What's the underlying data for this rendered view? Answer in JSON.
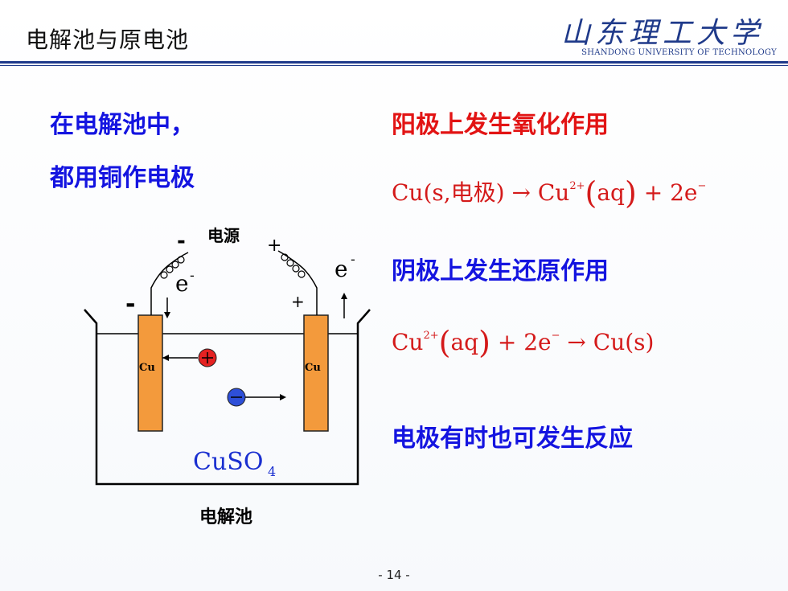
{
  "header": {
    "title": "电解池与原电池",
    "logo_zh": "山东理工大学",
    "logo_en": "SHANDONG UNIVERSITY OF TECHNOLOGY"
  },
  "left_text": [
    "在电解池中，",
    "都用铜作电极"
  ],
  "right": {
    "anode_title": "阳极上发生氧化作用",
    "anode_eq": {
      "lhs": "Cu(s,电极)",
      "arrow": "→",
      "cu": "Cu",
      "charge": "2+",
      "aq": "aq",
      "plus": "+",
      "electrons": "2e",
      "minus": "−"
    },
    "cathode_title": "阴极上发生还原作用",
    "cathode_eq": {
      "cu": "Cu",
      "charge": "2+",
      "aq": "aq",
      "plus": "+",
      "electrons": "2e",
      "minus": "−",
      "arrow": "→",
      "rhs": "Cu(s)"
    },
    "note": "电极有时也可发生反应"
  },
  "diagram": {
    "power_label": "电源",
    "power_neg": "-",
    "power_pos": "+",
    "electrode_neg_sign": "-",
    "electrode_pos_sign": "+",
    "electron_left": "e",
    "electron_right": "e",
    "electron_sup": "-",
    "electrode_left_label": "Cu",
    "electrode_right_label": "Cu",
    "solution": "CuSO",
    "solution_sub": "4",
    "caption": "电解池",
    "colors": {
      "electrode": "#f39a3c",
      "cation": "#e52222",
      "anion": "#2e4fd8",
      "solution_text": "#1a2fd0"
    }
  },
  "page_number": "- 14 -"
}
